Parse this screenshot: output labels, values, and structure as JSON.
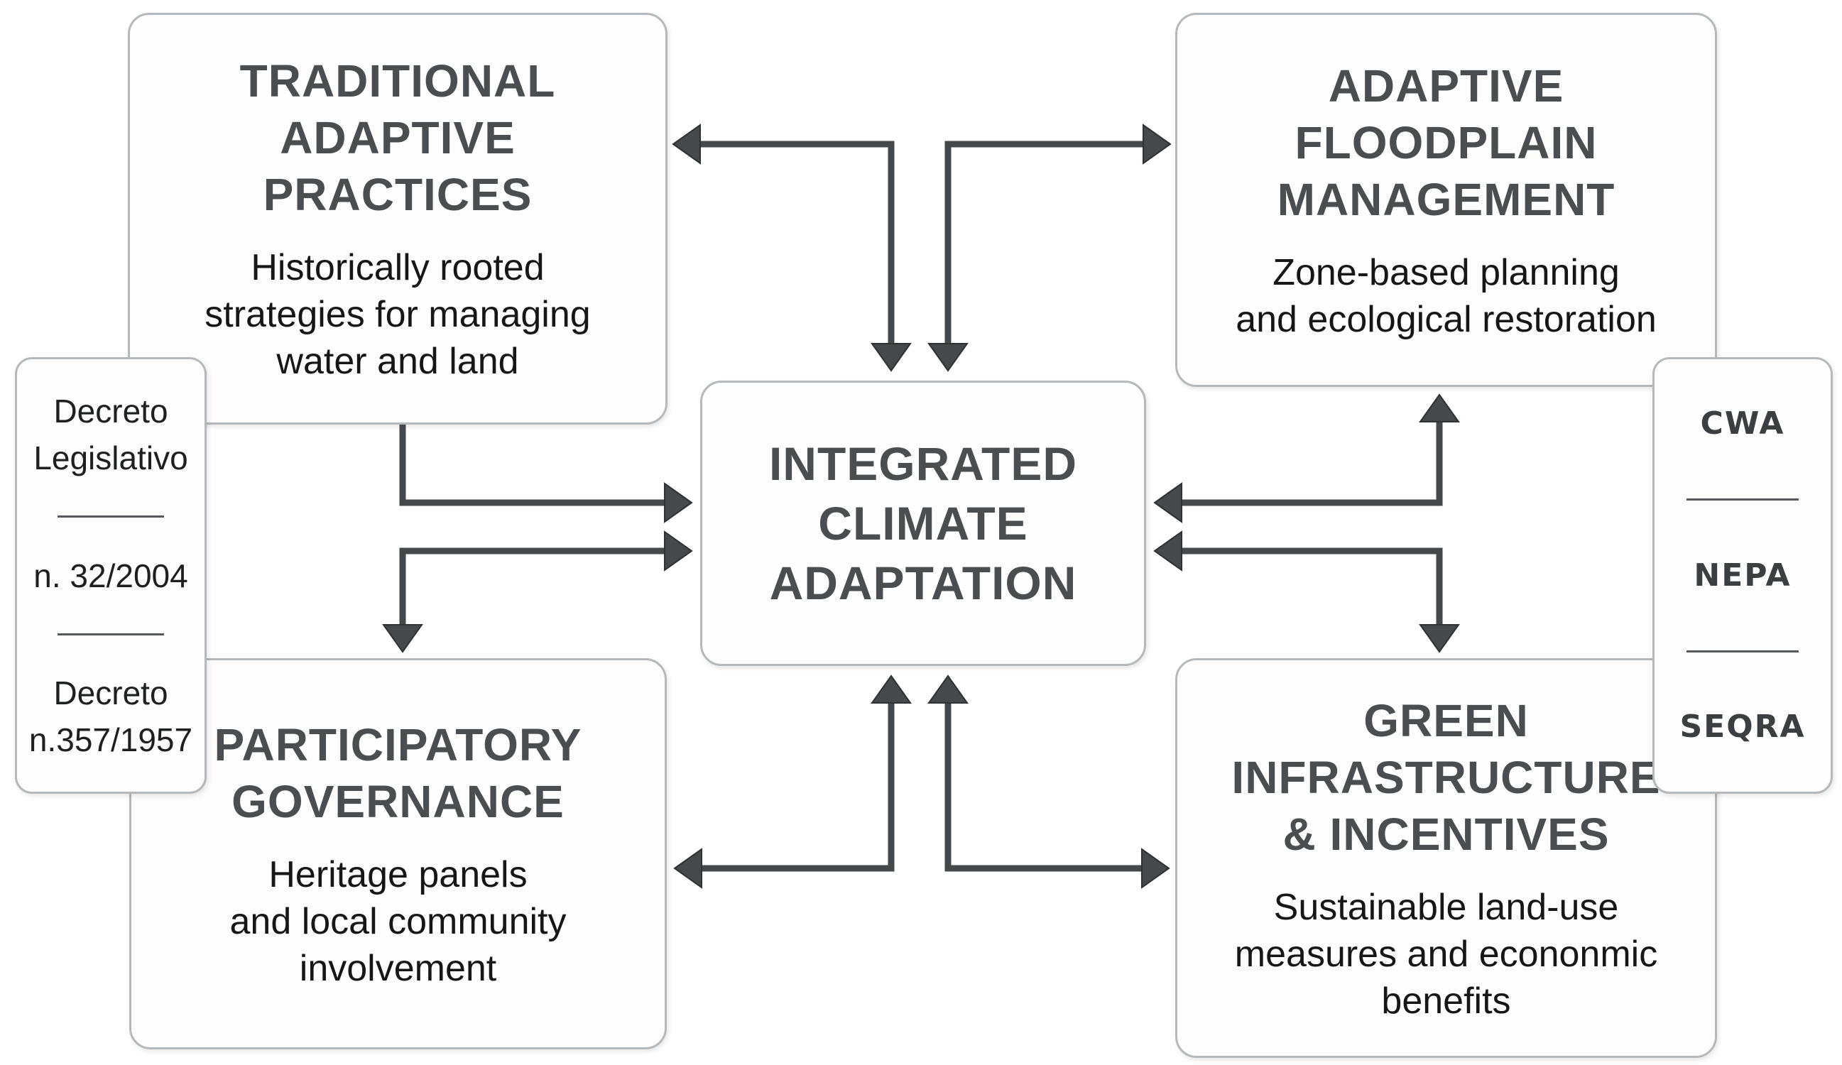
{
  "colors": {
    "arrow": "#45494c",
    "box_border": "#b5b9bb",
    "box_fill": "#fdfdfd",
    "heading_text": "#4a4e50",
    "body_text": "#161616",
    "panel_text": "#1d1f20",
    "acronym_text": "#3b3f42",
    "divider": "#55585a",
    "page_bg": "#ffffff"
  },
  "nodes": {
    "center": {
      "heading": "INTEGRATED\nCLIMATE\nADAPTATION"
    },
    "top_left": {
      "heading": "TRADITIONAL\nADAPTIVE\nPRACTICES",
      "subtitle": "Historically rooted\nstrategies for managing\nwater and land"
    },
    "top_right": {
      "heading": "ADAPTIVE\nFLOODPLAIN\nMANAGEMENT",
      "subtitle": "Zone-based planning\nand ecological restoration"
    },
    "bottom_left": {
      "heading": "PARTICIPATORY\nGOVERNANCE",
      "subtitle": "Heritage panels\nand local community\ninvolvement"
    },
    "bottom_right": {
      "heading": "GREEN\nINFRASTRUCTURE\n& INCENTIVES",
      "subtitle": "Sustainable land-use\nmeasures and econonmic\nbenefits"
    }
  },
  "side_panels": {
    "left": {
      "items": [
        "Decreto\nLegislativo",
        "n. 32/2004",
        "Decreto\nn.357/1957"
      ]
    },
    "right": {
      "items": [
        "CWA",
        "NEPA",
        "SEQRA"
      ]
    }
  },
  "arrows": [
    {
      "name": "top-left-elbow",
      "between": [
        "TRADITIONAL ADAPTIVE PRACTICES",
        "INTEGRATED CLIMATE ADAPTATION"
      ],
      "heads": [
        "left-into-traditional",
        "down-into-center"
      ]
    },
    {
      "name": "top-right-elbow",
      "between": [
        "ADAPTIVE FLOODPLAIN MANAGEMENT",
        "INTEGRATED CLIMATE ADAPTATION"
      ],
      "heads": [
        "right-into-floodplain",
        "down-into-center"
      ]
    },
    {
      "name": "left-upper-elbow",
      "between": [
        "TRADITIONAL ADAPTIVE PRACTICES",
        "INTEGRATED CLIMATE ADAPTATION"
      ],
      "heads": [
        "right-into-center"
      ]
    },
    {
      "name": "left-lower-elbow",
      "between": [
        "PARTICIPATORY GOVERNANCE",
        "INTEGRATED CLIMATE ADAPTATION"
      ],
      "heads": [
        "right-into-center",
        "down-into-participatory"
      ]
    },
    {
      "name": "right-upper-elbow",
      "between": [
        "ADAPTIVE FLOODPLAIN MANAGEMENT",
        "INTEGRATED CLIMATE ADAPTATION"
      ],
      "heads": [
        "left-into-center",
        "up-into-floodplain"
      ]
    },
    {
      "name": "right-lower-elbow",
      "between": [
        "GREEN INFRASTRUCTURE & INCENTIVES",
        "INTEGRATED CLIMATE ADAPTATION"
      ],
      "heads": [
        "left-into-center",
        "down-into-green"
      ]
    },
    {
      "name": "bottom-left-elbow",
      "between": [
        "PARTICIPATORY GOVERNANCE",
        "INTEGRATED CLIMATE ADAPTATION"
      ],
      "heads": [
        "left-into-participatory",
        "up-into-center"
      ]
    },
    {
      "name": "bottom-right-elbow",
      "between": [
        "GREEN INFRASTRUCTURE & INCENTIVES",
        "INTEGRATED CLIMATE ADAPTATION"
      ],
      "heads": [
        "right-into-green",
        "up-into-center"
      ]
    }
  ]
}
